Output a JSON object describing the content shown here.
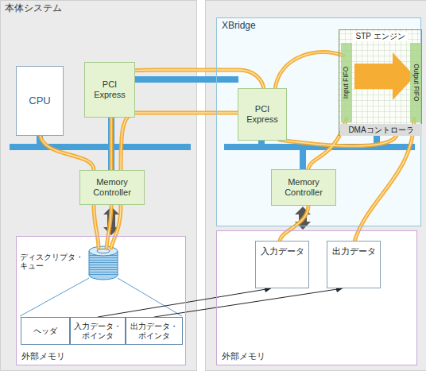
{
  "diagram": {
    "nodes": [
      {
        "text": [
          "本体システム"
        ]
      },
      {
        "text": [
          "CPU"
        ],
        "in": 0
      },
      {
        "text": [
          "PCI Express"
        ],
        "in": 0
      },
      {
        "text": [
          "Memory Controller"
        ],
        "in": 0
      },
      {
        "text": [
          "外部メモリ"
        ],
        "in": 0
      },
      {
        "text": [
          "ディスクリプタ・キュー"
        ],
        "in": 4
      },
      {
        "text": [
          "ヘッダ"
        ],
        "in": 4
      },
      {
        "text": [
          "入力データ・ポインタ"
        ],
        "in": 4
      },
      {
        "text": [
          "出力データ・ポインタ"
        ],
        "in": 4
      },
      {
        "text": [
          "XBridge"
        ]
      },
      {
        "text": [
          "STP エンジン"
        ],
        "in": 9
      },
      {
        "text": [
          "Input FIFO"
        ],
        "in": 10
      },
      {
        "text": [
          "Output FIFO"
        ],
        "in": 10
      },
      {
        "text": [
          "DMAコントローラ"
        ],
        "in": 10
      },
      {
        "text": [
          "PCI Express"
        ],
        "in": 9
      },
      {
        "text": [
          "Memory Controller"
        ],
        "in": 9
      },
      {
        "text": [
          "外部メモリ"
        ]
      },
      {
        "text": [
          "入力データ"
        ],
        "in": 16
      },
      {
        "text": [
          "出力データ"
        ],
        "in": 16
      }
    ],
    "edges": [
      {
        "from": 7,
        "to": 17,
        "arrow": "to"
      },
      {
        "from": 8,
        "to": 18,
        "arrow": "to"
      }
    ]
  }
}
